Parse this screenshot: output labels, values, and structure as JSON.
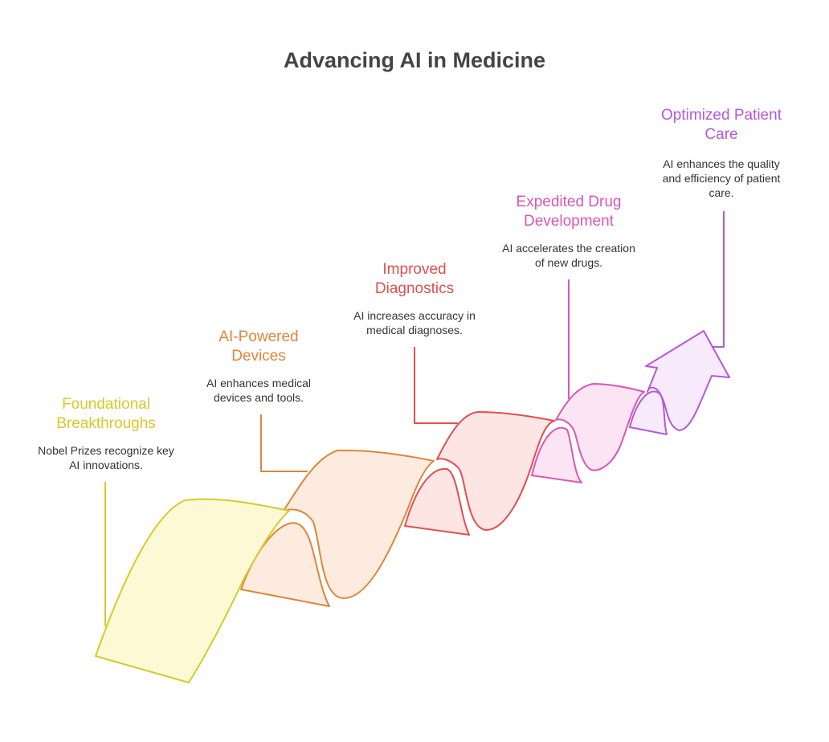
{
  "title": "Advancing AI in Medicine",
  "stages": [
    {
      "title": "Foundational Breakthroughs",
      "description": "Nobel Prizes recognize key AI innovations.",
      "color": "#D9C92A",
      "fill": "#FCF9D4"
    },
    {
      "title": "AI-Powered Devices",
      "description": "AI enhances medical devices and tools.",
      "color": "#E0853A",
      "fill": "#FDEBDF"
    },
    {
      "title": "Improved Diagnostics",
      "description": "AI increases accuracy in medical diagnoses.",
      "color": "#E0504F",
      "fill": "#FDE5E4"
    },
    {
      "title": "Expedited Drug Development",
      "description": "AI accelerates the creation of new drugs.",
      "color": "#DD55B5",
      "fill": "#FBE5F4"
    },
    {
      "title": "Optimized Patient Care",
      "description": "AI enhances the quality and efficiency of patient care.",
      "color": "#B558DA",
      "fill": "#F6EAFC"
    }
  ]
}
